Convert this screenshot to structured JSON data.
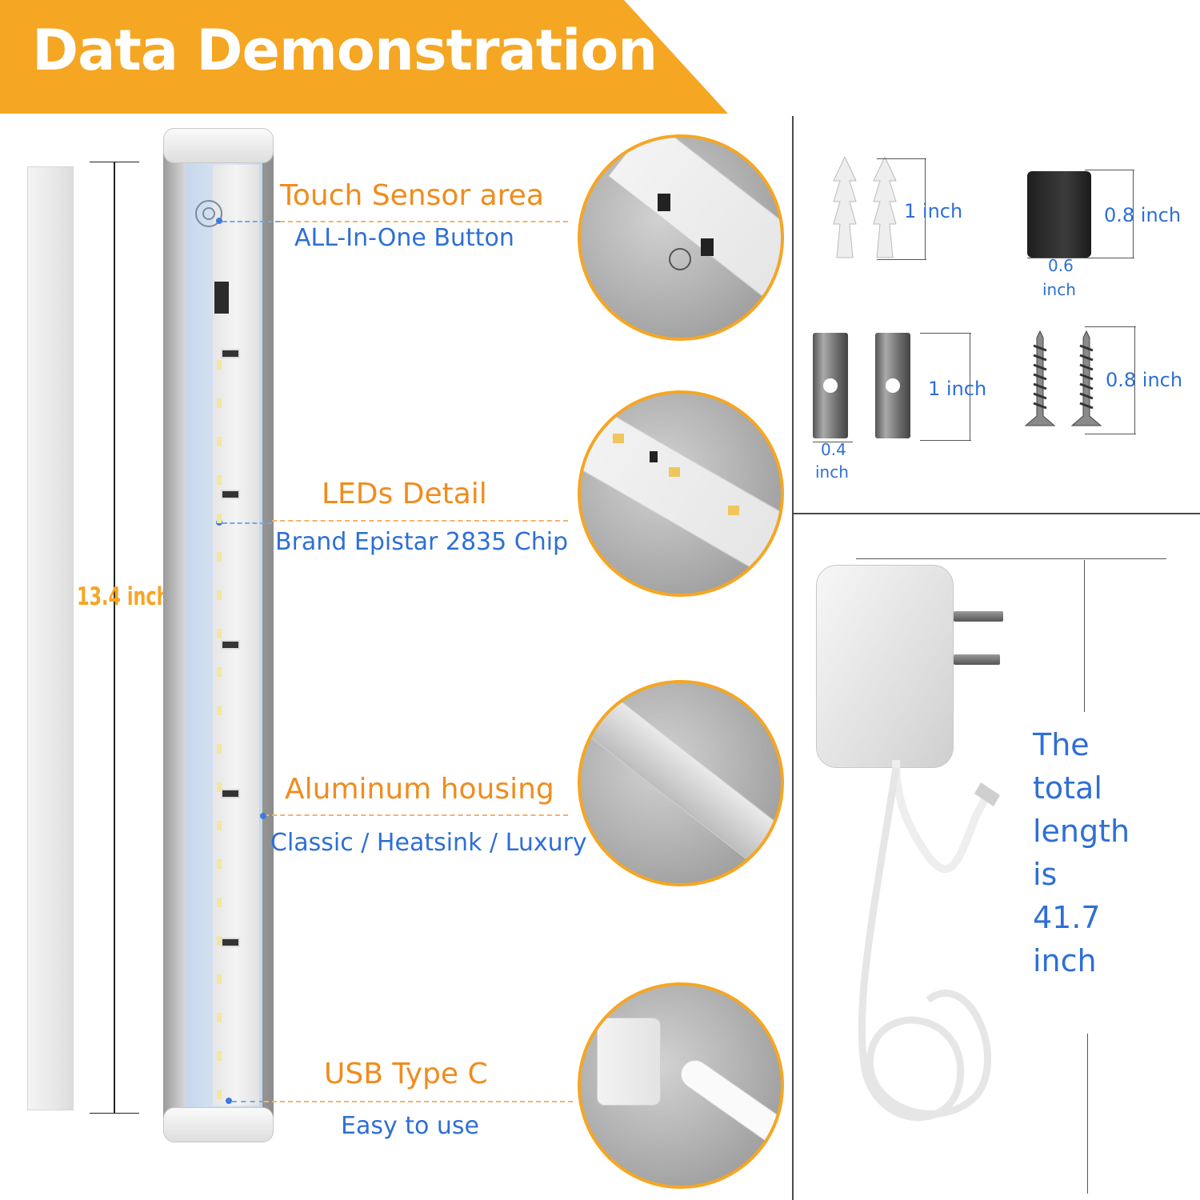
{
  "header": {
    "title": "Data Demonstration"
  },
  "length_label": "13.4 inch",
  "callouts": [
    {
      "title": "Touch  Sensor area",
      "subtitle": "ALL-In-One Button"
    },
    {
      "title": "LEDs Detail",
      "subtitle": "Brand Epistar 2835 Chip"
    },
    {
      "title": "Aluminum housing",
      "subtitle": "Classic / Heatsink / Luxury"
    },
    {
      "title": "USB Type C",
      "subtitle": "Easy to use"
    }
  ],
  "hardware": {
    "anchors": {
      "height": "1 inch"
    },
    "clip_block": {
      "height": "0.8 inch",
      "width_value": "0.6",
      "width_unit": "inch"
    },
    "mount_clips": {
      "height": "1 inch",
      "width_value": "0.4",
      "width_unit": "inch"
    },
    "screws": {
      "height": "0.8 inch"
    }
  },
  "adapter": {
    "total_length_lines": [
      "The",
      "total",
      "length",
      "is",
      "41.7",
      "inch"
    ]
  },
  "colors": {
    "accent_orange": "#f5a623",
    "callout_blue": "#2e6fd6",
    "callout_orange": "#f08c1c"
  }
}
